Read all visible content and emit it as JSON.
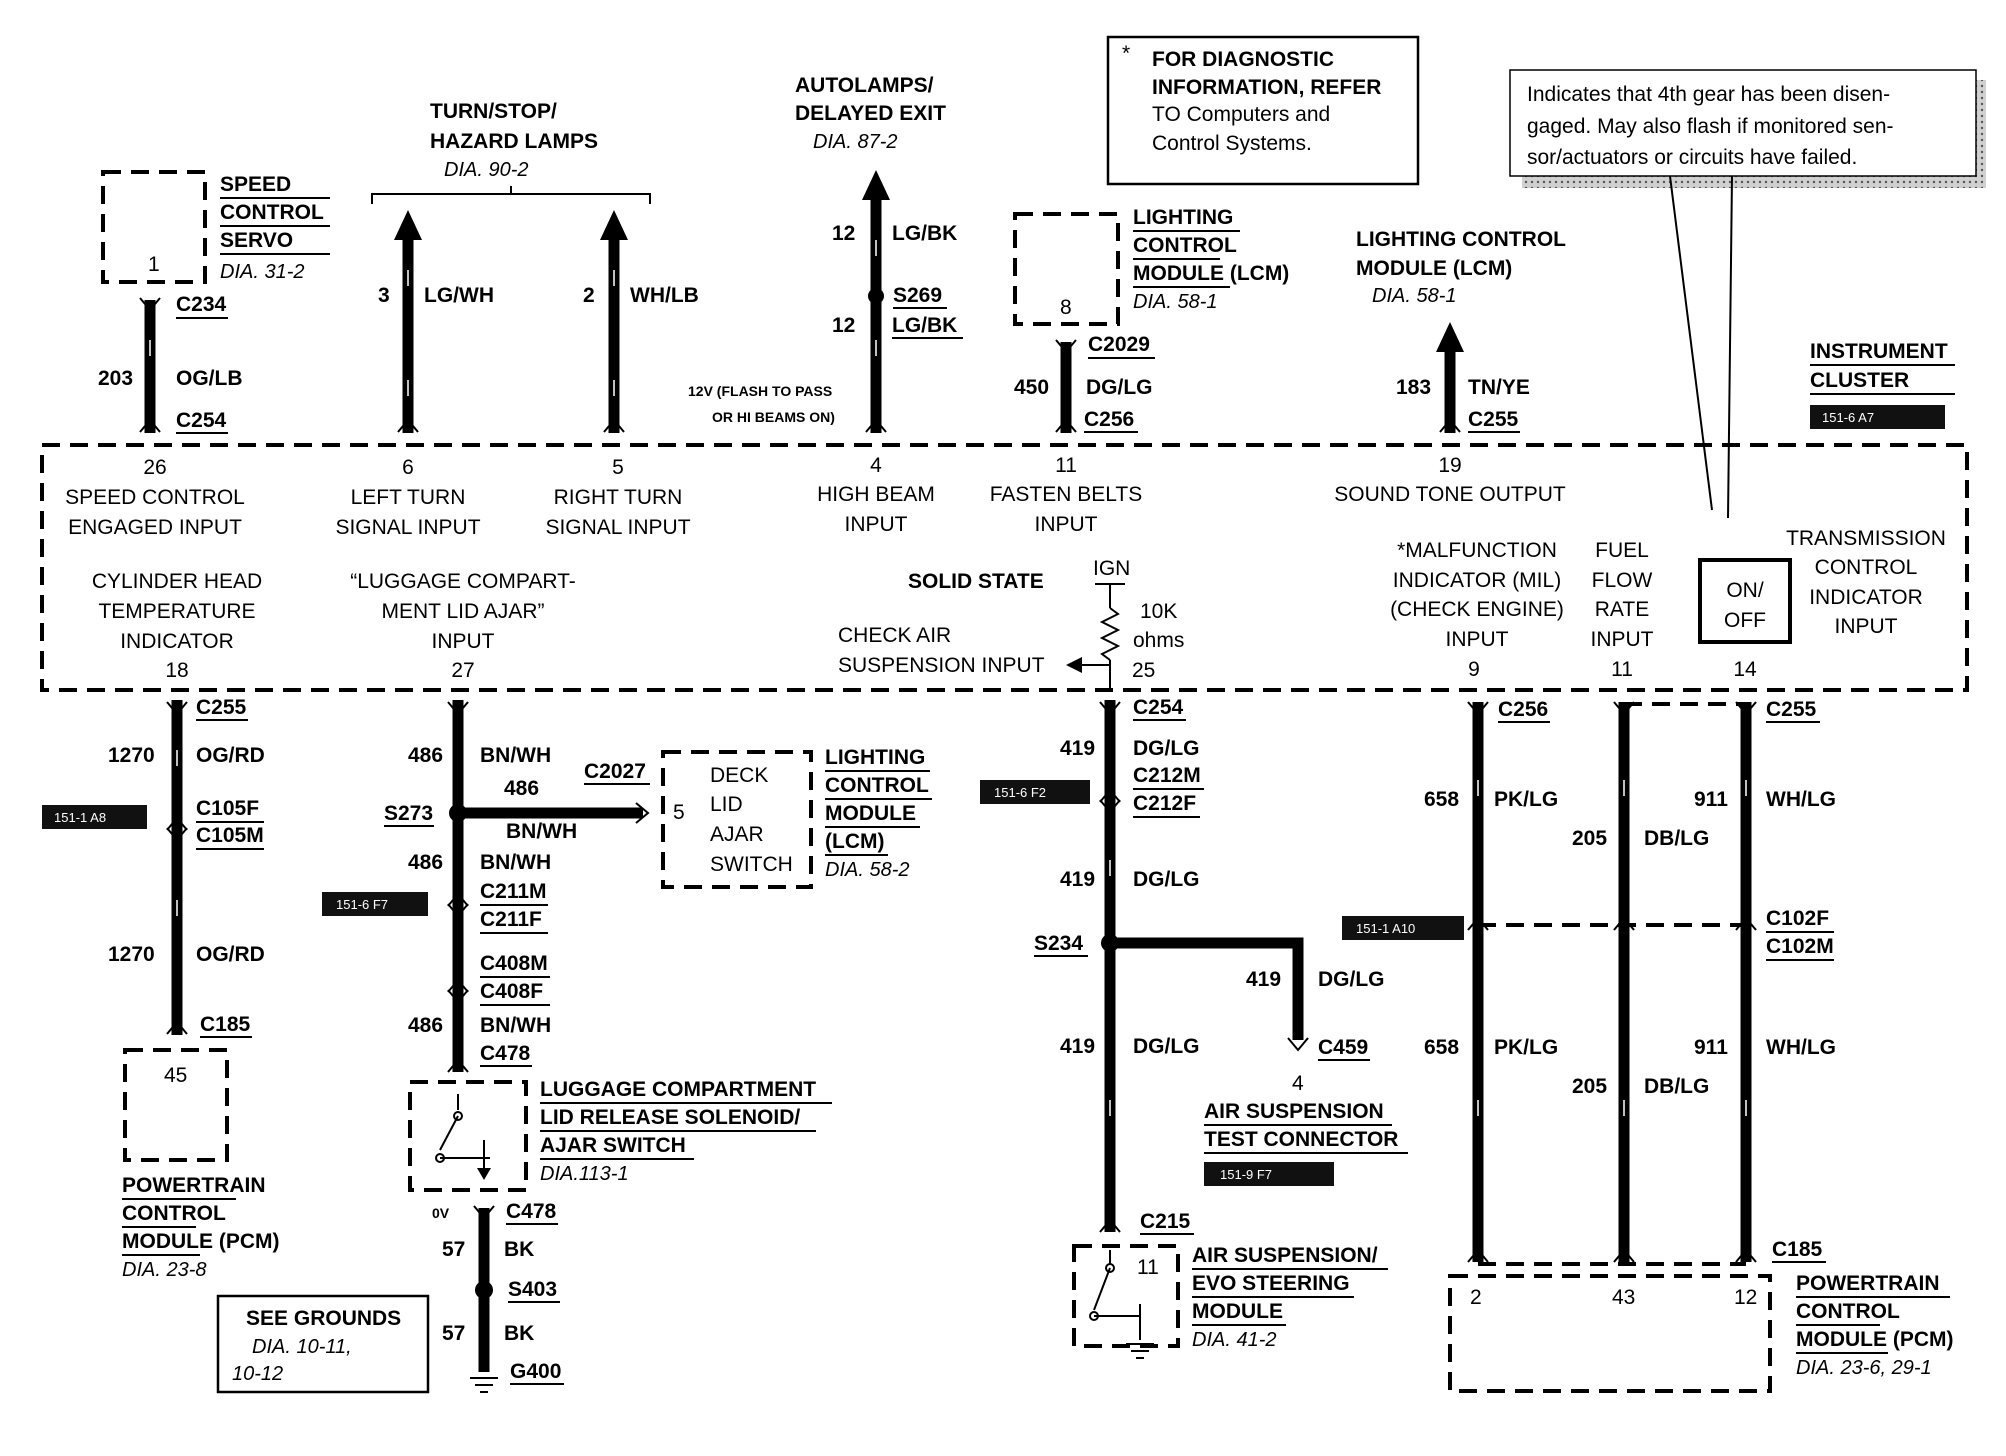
{
  "notes": {
    "diag_star": "*",
    "diag_lines": [
      "FOR DIAGNOSTIC",
      "INFORMATION, REFER",
      "TO Computers and",
      "Control Systems."
    ],
    "gear_lines": [
      "Indicates that 4th gear has been disen-",
      "gaged. May also flash if monitored sen-",
      "sor/actuators or circuits have failed."
    ]
  },
  "top": {
    "speed_servo": {
      "name": [
        "SPEED",
        "CONTROL",
        "SERVO"
      ],
      "dia": "DIA. 31-2",
      "pin": "1",
      "conn_top": "C234",
      "conn_bot": "C254",
      "wire_num": "203",
      "color": "OG/LB"
    },
    "turn_lamps": {
      "name": [
        "TURN/STOP/",
        "HAZARD LAMPS"
      ],
      "dia": "DIA. 90-2",
      "w1_num": "3",
      "w1_color": "LG/WH",
      "w2_num": "2",
      "w2_color": "WH/LB"
    },
    "autolamps": {
      "name": [
        "AUTOLAMPS/",
        "DELAYED EXIT"
      ],
      "dia": "DIA. 87-2",
      "num1": "12",
      "color1": "LG/BK",
      "splice": "S269",
      "num2": "12",
      "color2": "LG/BK",
      "note": [
        "12V (FLASH TO PASS",
        "OR HI BEAMS ON)"
      ]
    },
    "lcm_top": {
      "name": [
        "LIGHTING",
        "CONTROL",
        "MODULE (LCM)"
      ],
      "dia": "DIA. 58-1",
      "pin": "8",
      "conn_top": "C2029",
      "conn_bot": "C256",
      "wire_num": "450",
      "color": "DG/LG"
    },
    "lcm_right": {
      "name": [
        "LIGHTING CONTROL",
        "MODULE (LCM)"
      ],
      "dia": "DIA. 58-1",
      "wire_num": "183",
      "color": "TN/YE",
      "conn": "C255"
    },
    "cluster": {
      "name": [
        "INSTRUMENT",
        "CLUSTER"
      ],
      "tag": "151-6 A7"
    }
  },
  "cluster_pins": {
    "p26": {
      "pin": "26",
      "label": [
        "SPEED CONTROL",
        "ENGAGED INPUT"
      ]
    },
    "p6": {
      "pin": "6",
      "label": [
        "LEFT TURN",
        "SIGNAL INPUT"
      ]
    },
    "p5": {
      "pin": "5",
      "label": [
        "RIGHT TURN",
        "SIGNAL INPUT"
      ]
    },
    "p4": {
      "pin": "4",
      "label": [
        "HIGH BEAM",
        "INPUT"
      ]
    },
    "p11": {
      "pin": "11",
      "label": [
        "FASTEN BELTS",
        "INPUT"
      ]
    },
    "p19": {
      "pin": "19",
      "label": [
        "SOUND TONE OUTPUT"
      ]
    },
    "p18": {
      "pin": "18",
      "label": [
        "CYLINDER HEAD",
        "TEMPERATURE",
        "INDICATOR"
      ]
    },
    "p27": {
      "pin": "27",
      "label": [
        "“LUGGAGE COMPART-",
        "MENT LID AJAR”",
        "INPUT"
      ]
    },
    "solid_state": "SOLID STATE",
    "ign": "IGN",
    "res_value": "10K",
    "res_unit": "ohms",
    "p25": {
      "pin": "25",
      "label": [
        "CHECK AIR",
        "SUSPENSION INPUT"
      ]
    },
    "p9": {
      "pin": "9",
      "label": [
        "*MALFUNCTION",
        "INDICATOR (MIL)",
        "(CHECK ENGINE)",
        "INPUT"
      ]
    },
    "p11b": {
      "pin": "11",
      "label": [
        "FUEL",
        "FLOW",
        "RATE",
        "INPUT"
      ]
    },
    "p14": {
      "pin": "14",
      "label": [
        "TRANSMISSION",
        "CONTROL",
        "INDICATOR",
        "INPUT"
      ]
    },
    "onoff": [
      "ON/",
      "OFF"
    ]
  },
  "bottom": {
    "cht": {
      "conn1": "C255",
      "num1": "1270",
      "color1": "OG/RD",
      "tag": "151-1 A8",
      "conn2a": "C105F",
      "conn2b": "C105M",
      "num2": "1270",
      "color2": "OG/RD",
      "conn3": "C185",
      "pin": "45",
      "name": [
        "POWERTRAIN",
        "CONTROL",
        "MODULE (PCM)"
      ],
      "dia": "DIA. 23-8"
    },
    "luggage": {
      "n1": "486",
      "c1": "BN/WH",
      "splice": "S273",
      "n2": "486",
      "c2": "BN/WH",
      "conn_side": "C2027",
      "n3": "486",
      "c3": "BN/WH",
      "tag": "151-6 F7",
      "conn_a": "C211M",
      "conn_b": "C211F",
      "conn_c": "C408M",
      "conn_d": "C408F",
      "n4": "486",
      "c4": "BN/WH",
      "conn_e": "C478",
      "sol_name": [
        "LUGGAGE COMPARTMENT",
        "LID RELEASE SOLENOID/",
        "AJAR SWITCH"
      ],
      "sol_dia": "DIA.113-1",
      "ov": "0V",
      "conn_f": "C478",
      "gn1": "57",
      "gc1": "BK",
      "gsplice": "S403",
      "gn2": "57",
      "gc2": "BK",
      "ground": "G400",
      "see": [
        "SEE GROUNDS",
        "DIA. 10-11,",
        "10-12"
      ]
    },
    "deck": {
      "pin": "5",
      "name": [
        "DECK",
        "LID",
        "AJAR",
        "SWITCH"
      ],
      "lcm_name": [
        "LIGHTING",
        "CONTROL",
        "MODULE",
        "(LCM)"
      ],
      "dia": "DIA. 58-2"
    },
    "air": {
      "conn1": "C254",
      "n1": "419",
      "c1": "DG/LG",
      "tag": "151-6 F2",
      "conn2a": "C212M",
      "conn2b": "C212F",
      "n2": "419",
      "c2": "DG/LG",
      "splice": "S234",
      "n3": "419",
      "c3": "DG/LG",
      "n4": "419",
      "c4": "DG/LG",
      "conn_tc": "C459",
      "tc_pin": "4",
      "tc_name": [
        "AIR SUSPENSION",
        "TEST CONNECTOR"
      ],
      "tc_tag": "151-9 F7",
      "conn3": "C215",
      "mod_pin": "11",
      "mod_name": [
        "AIR SUSPENSION/",
        "EVO STEERING",
        "MODULE"
      ],
      "mod_dia": "DIA. 41-2"
    },
    "pcm": {
      "conn9": "C256",
      "conn11": "C255",
      "n658a": "658",
      "c658a": "PK/LG",
      "n205a": "205",
      "c205a": "DB/LG",
      "n911a": "911",
      "c911a": "WH/LG",
      "tag": "151-1 A10",
      "conn_ma": "C102F",
      "conn_mb": "C102M",
      "n658b": "658",
      "c658b": "PK/LG",
      "n205b": "205",
      "c205b": "DB/LG",
      "n911b": "911",
      "c911b": "WH/LG",
      "conn_end": "C185",
      "pin2": "2",
      "pin43": "43",
      "pin12": "12",
      "name": [
        "POWERTRAIN",
        "CONTROL",
        "MODULE (PCM)"
      ],
      "dia": "DIA. 23-6, 29-1"
    }
  }
}
